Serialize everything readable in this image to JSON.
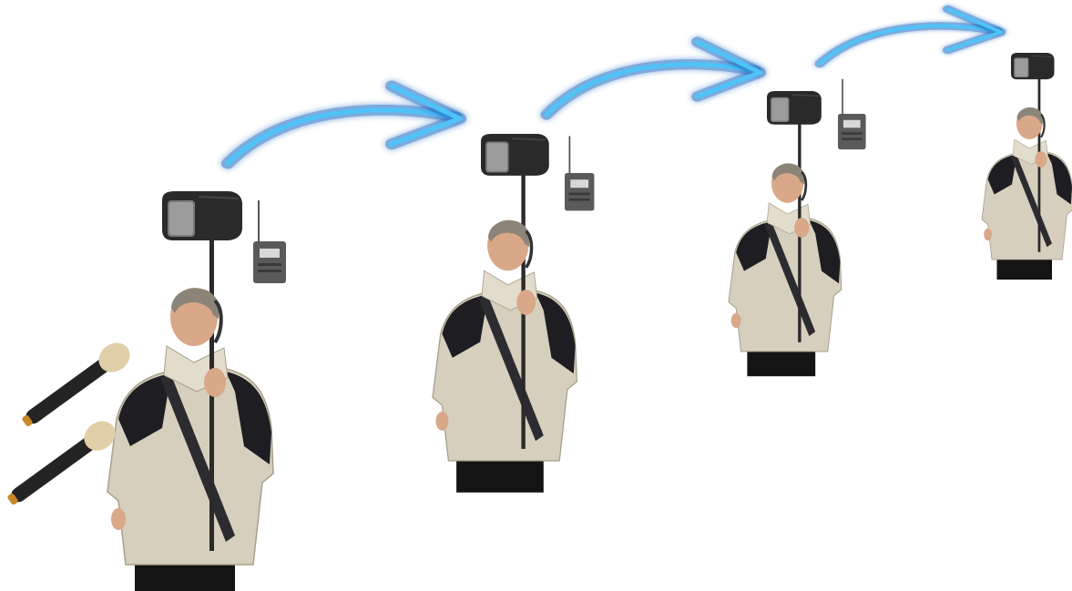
{
  "scene": {
    "background": "#ffffff",
    "arrow_color": "#4fc3f7",
    "arrow_glow": "#1565c0",
    "jacket_light": "#d9d3c2",
    "jacket_dark": "#1e1e22",
    "pants": "#141414",
    "skin": "#d9a889",
    "hair": "#8c8479",
    "speaker_color": "#2a2a2a",
    "transmitter_color": "#555555",
    "mic_handle": "#242424",
    "mic_head": "#e0cfa8"
  },
  "figures": [
    {
      "id": "presenter-1",
      "has_microphones": true
    },
    {
      "id": "presenter-2",
      "has_microphones": false
    },
    {
      "id": "presenter-3",
      "has_microphones": false
    },
    {
      "id": "presenter-4",
      "has_microphones": false
    }
  ],
  "icons": {
    "speaker": "pa-speaker-icon",
    "transmitter": "bodypack-transmitter-icon",
    "microphone": "handheld-microphone-icon",
    "arrow": "curved-arrow-icon"
  }
}
